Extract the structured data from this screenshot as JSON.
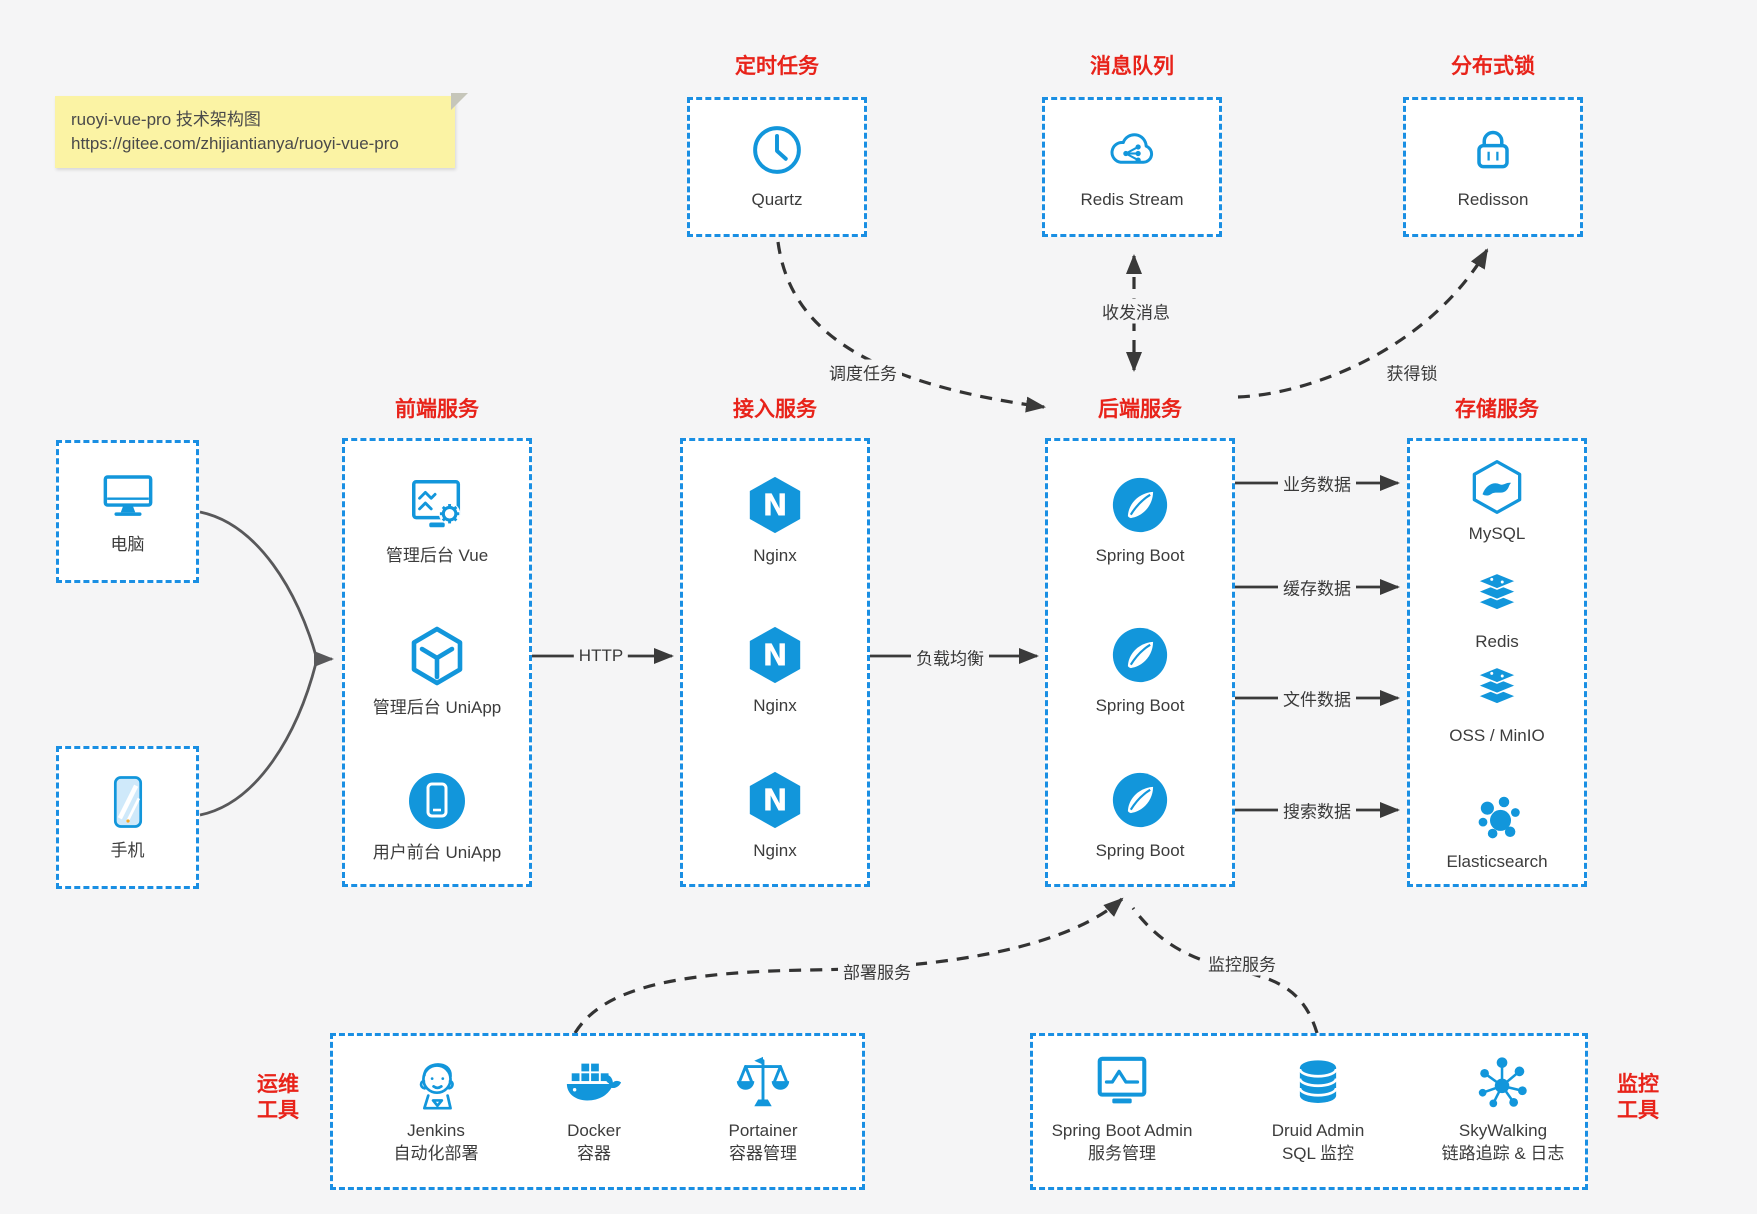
{
  "note": {
    "line1": "ruoyi-vue-pro 技术架构图",
    "line2": "https://gitee.com/zhijiantianya/ruoyi-vue-pro"
  },
  "colors": {
    "icon_blue": "#1296db",
    "border_blue": "#1a8fe3",
    "title_red": "#e8231a",
    "arrow_dark": "#3a3a3a",
    "client_curve_gray": "#58585a",
    "note_bg": "#fbf3a4",
    "canvas_bg": "#f5f5f6"
  },
  "groups": {
    "scheduled": {
      "title": "定时任务",
      "items": [
        {
          "label": "Quartz",
          "icon": "clock-icon"
        }
      ]
    },
    "mq": {
      "title": "消息队列",
      "items": [
        {
          "label": "Redis Stream",
          "icon": "cloud-share-icon"
        }
      ]
    },
    "lock": {
      "title": "分布式锁",
      "items": [
        {
          "label": "Redisson",
          "icon": "lock-icon"
        }
      ]
    },
    "clients": {
      "items": [
        {
          "label": "电脑",
          "icon": "desktop-icon"
        },
        {
          "label": "手机",
          "icon": "phone-icon"
        }
      ]
    },
    "frontend": {
      "title": "前端服务",
      "items": [
        {
          "label": "管理后台 Vue",
          "icon": "admin-monitor-gear-icon"
        },
        {
          "label": "管理后台 UniApp",
          "icon": "uniapp-cube-icon"
        },
        {
          "label": "用户前台 UniApp",
          "icon": "mobile-app-circle-icon"
        }
      ]
    },
    "gateway": {
      "title": "接入服务",
      "items": [
        {
          "label": "Nginx",
          "icon": "nginx-icon"
        },
        {
          "label": "Nginx",
          "icon": "nginx-icon"
        },
        {
          "label": "Nginx",
          "icon": "nginx-icon"
        }
      ]
    },
    "backend": {
      "title": "后端服务",
      "items": [
        {
          "label": "Spring Boot",
          "icon": "spring-leaf-icon"
        },
        {
          "label": "Spring Boot",
          "icon": "spring-leaf-icon"
        },
        {
          "label": "Spring Boot",
          "icon": "spring-leaf-icon"
        }
      ]
    },
    "storage": {
      "title": "存储服务",
      "items": [
        {
          "label": "MySQL",
          "icon": "mysql-dolphin-icon"
        },
        {
          "label": "Redis",
          "icon": "redis-stack-icon"
        },
        {
          "label": "OSS / MinIO",
          "icon": "redis-stack-icon"
        },
        {
          "label": "Elasticsearch",
          "icon": "elasticsearch-cluster-icon"
        }
      ]
    },
    "ops": {
      "title_line1": "运维",
      "title_line2": "工具",
      "items": [
        {
          "name": "Jenkins",
          "desc": "自动化部署",
          "icon": "jenkins-icon"
        },
        {
          "name": "Docker",
          "desc": "容器",
          "icon": "docker-whale-icon"
        },
        {
          "name": "Portainer",
          "desc": "容器管理",
          "icon": "portainer-scales-icon"
        }
      ]
    },
    "monitor": {
      "title_line1": "监控",
      "title_line2": "工具",
      "items": [
        {
          "name": "Spring Boot Admin",
          "desc": "服务管理",
          "icon": "admin-monitor-chart-icon"
        },
        {
          "name": "Druid Admin",
          "desc": "SQL 监控",
          "icon": "database-cylinder-icon"
        },
        {
          "name": "SkyWalking",
          "desc": "链路追踪 & 日志",
          "icon": "skywalking-graph-icon"
        }
      ]
    }
  },
  "edges": {
    "http": "HTTP",
    "load_balance": "负载均衡",
    "schedule": "调度任务",
    "message": "收发消息",
    "get_lock": "获得锁",
    "biz_data": "业务数据",
    "cache_data": "缓存数据",
    "file_data": "文件数据",
    "search_data": "搜索数据",
    "deploy": "部署服务",
    "monitoring": "监控服务"
  }
}
